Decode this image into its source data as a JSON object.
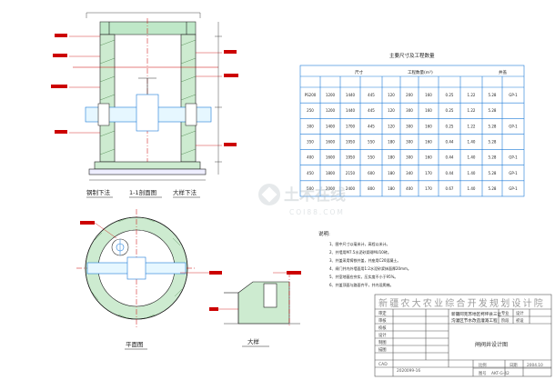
{
  "drawing": {
    "section_label_left": "钢制下法",
    "section_label_mid": "1-1剖面图",
    "section_label_right": "大样下法",
    "plan_label": "平面图",
    "detail_label": "大样",
    "table_title": "主要尺寸及工程数量",
    "table_header_size": "尺寸",
    "table_header_qty": "工程数量(m³)",
    "table_header_cover": "井盖",
    "table_rows": [
      [
        "PS200",
        "1200",
        "1440",
        "445",
        "120",
        "200",
        "160",
        "0.25",
        "1.22",
        "5.28",
        "GP-1"
      ],
      [
        "250",
        "1200",
        "1440",
        "445",
        "120",
        "300",
        "160",
        "0.25",
        "1.22",
        "5.28",
        ""
      ],
      [
        "300",
        "1400",
        "1700",
        "445",
        "120",
        "300",
        "160",
        "0.25",
        "1.22",
        "5.28",
        "GP-1"
      ],
      [
        "350",
        "1600",
        "1950",
        "550",
        "180",
        "300",
        "160",
        "0.44",
        "1.40",
        "5.28",
        ""
      ],
      [
        "400",
        "1600",
        "1950",
        "550",
        "180",
        "300",
        "160",
        "0.44",
        "1.40",
        "5.28",
        "GP-1"
      ],
      [
        "450",
        "1800",
        "2150",
        "600",
        "180",
        "340",
        "170",
        "0.44",
        "1.40",
        "5.28",
        "GP-1"
      ],
      [
        "500",
        "2000",
        "2400",
        "800",
        "180",
        "400",
        "170",
        "0.67",
        "1.40",
        "5.28",
        "GP-1"
      ]
    ],
    "notes_title": "说明:",
    "notes": [
      "1、图中尺寸以毫米计，高程以米计。",
      "2、井墙用M7.5水泥砂浆砌MU10砖。",
      "3、井盖采用铸铁井盖，井座用C20混凝土。",
      "4、闸门井内外墙面用1:2水泥砂浆抹面厚20mm。",
      "5、井室地基应夯实，压实度不小于95%。",
      "6、井盖顶面与路面齐平，井内设爬梯。"
    ],
    "watermark_main": "土木在线",
    "watermark_sub": "COI88.COM"
  },
  "title_block": {
    "org": "新疆农大农业综合开发规划设计院",
    "project": "新疆阿克苏地区柯坪县三岔沟灌区节水改造灌溉工程",
    "drawing_title": "闸阀井设计图",
    "roles": [
      "审定",
      "审核",
      "校核",
      "设计",
      "制图",
      "描图"
    ],
    "right_roles": [
      "专业",
      "设计",
      "阶段",
      "初设"
    ],
    "cad_label": "CAD",
    "scale_label": "比例",
    "date_label": "日期",
    "date_value": "2004.10",
    "drawing_no_label": "图号",
    "drawing_no_value": "AKT-G-42",
    "serial_value": "2020099-16"
  }
}
